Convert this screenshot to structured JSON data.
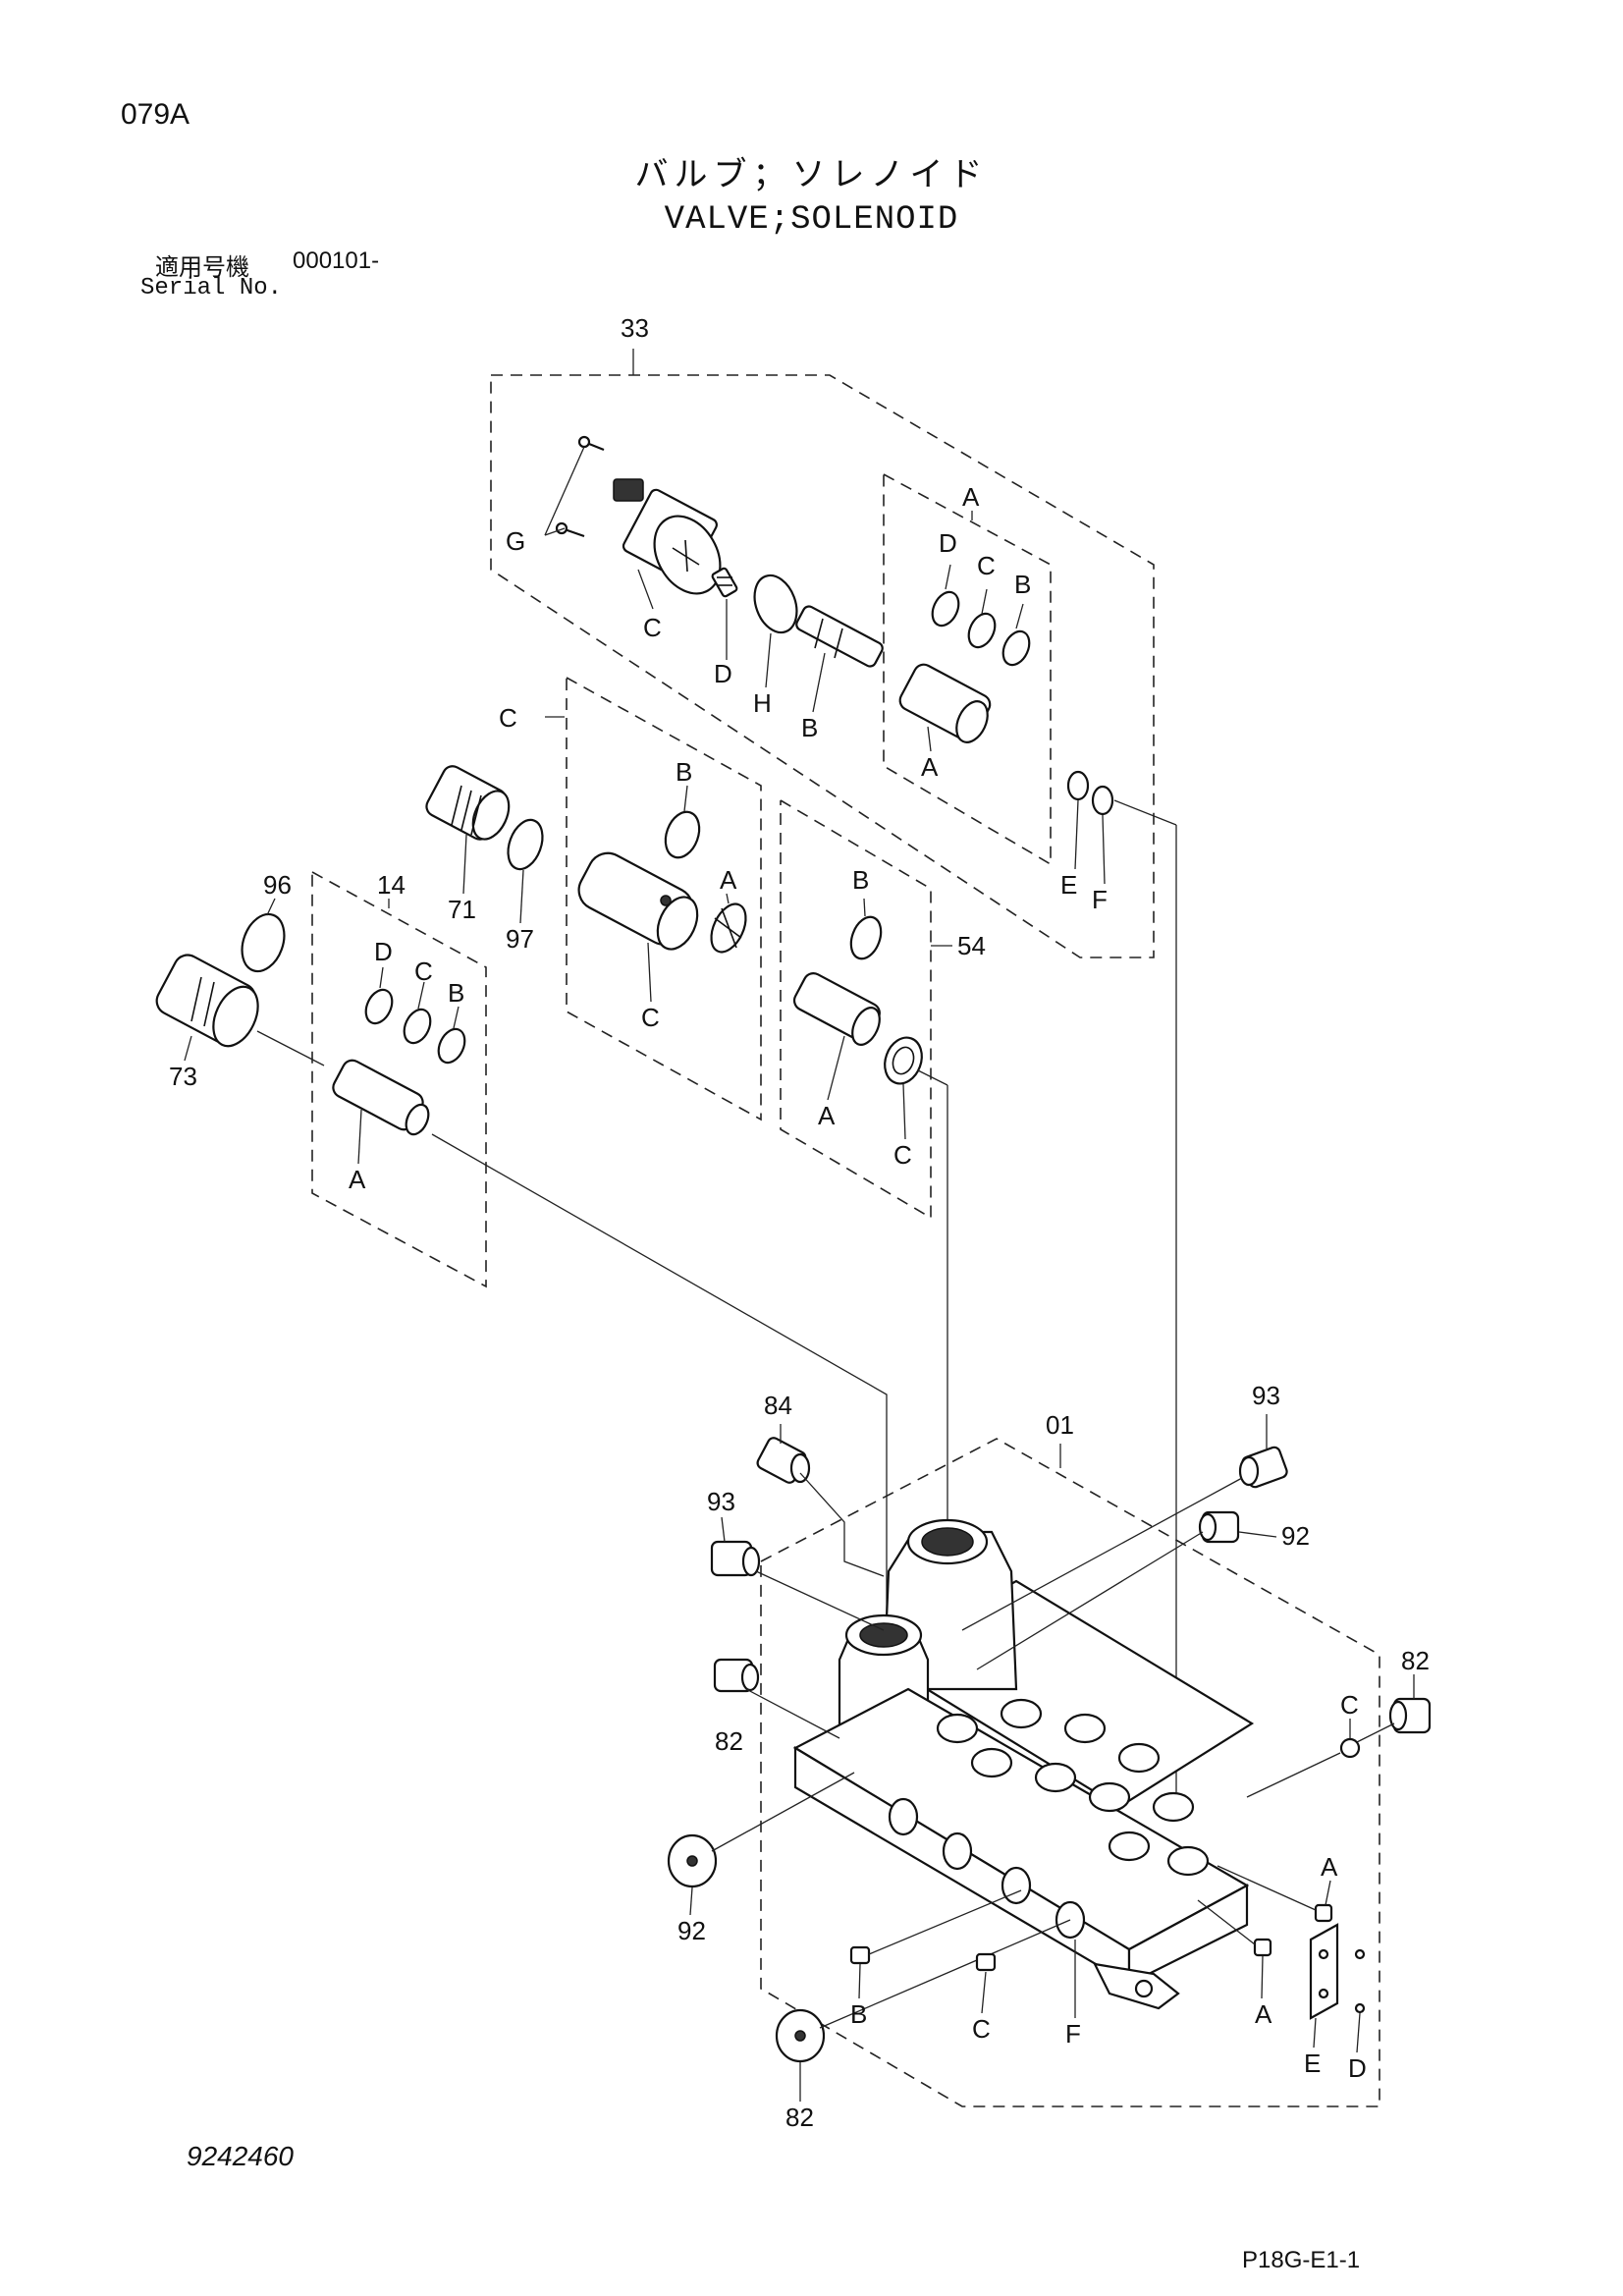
{
  "header": {
    "page_code": "079A",
    "title_jp": "バルブ；ソレノイド",
    "title_en": "VALVE;SOLENOID",
    "serial_label_jp": "適用号機",
    "serial_value": "000101-",
    "serial_label_en": "Serial No."
  },
  "footer": {
    "doc_number": "9242460",
    "sheet_ref": "P18G-E1-1"
  },
  "callouts": {
    "c33": "33",
    "c55": "C",
    "c54": "54",
    "c14": "14",
    "c01": "01",
    "c96": "96",
    "c73": "73",
    "c71": "71",
    "c97": "97",
    "c84": "84",
    "c93a": "93",
    "c93b": "93",
    "c92a": "92",
    "c92b": "92",
    "c82a": "82",
    "c82b": "82",
    "c82c": "82",
    "g33": "G",
    "c33c": "C",
    "d33": "D",
    "h33": "H",
    "b33": "B",
    "a33top": "A",
    "d33a": "D",
    "c33a": "C",
    "b33a": "B",
    "a33bot": "A",
    "e33": "E",
    "f33": "F",
    "b55": "B",
    "a55": "A",
    "b54": "B",
    "a54": "A",
    "c54x": "C",
    "d14": "D",
    "c14x": "C",
    "b14": "B",
    "a14": "A",
    "c01r": "C",
    "a01r1": "A",
    "a01r2": "A",
    "e01": "E",
    "d01": "D",
    "b01": "B",
    "c01b": "C",
    "f01": "F"
  }
}
